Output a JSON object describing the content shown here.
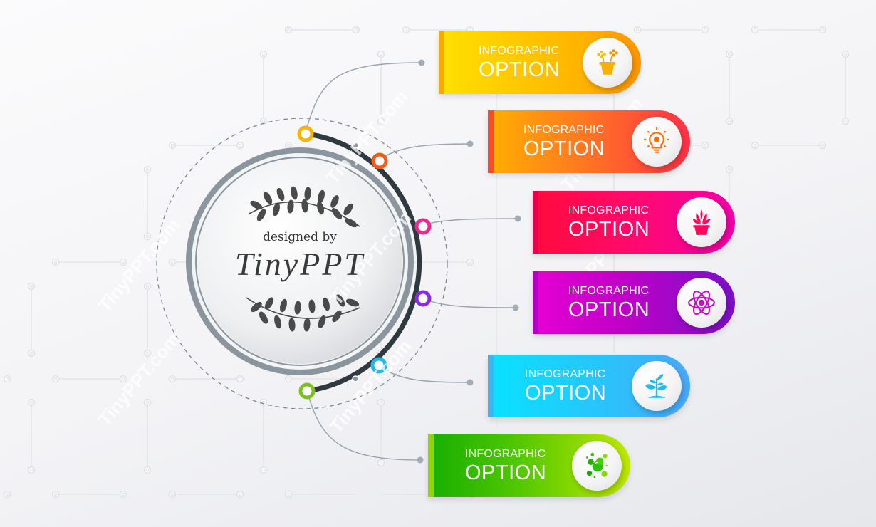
{
  "center": {
    "line1": "designed by",
    "line2": "TinyPPT"
  },
  "watermark": "TinyPPT.com",
  "options": [
    {
      "title": "INFOGRAPHIC",
      "subtitle": "OPTION",
      "icon": "flower-pot-icon",
      "accent": "#f7a800",
      "gradient": [
        "#ffe000",
        "#ff9100"
      ],
      "ring_color": "#f5b400"
    },
    {
      "title": "INFOGRAPHIC",
      "subtitle": "OPTION",
      "icon": "lightbulb-gear-icon",
      "accent": "#ff6a1a",
      "gradient": [
        "#ffae00",
        "#ff2d48"
      ],
      "ring_color": "#f45a18"
    },
    {
      "title": "INFOGRAPHIC",
      "subtitle": "OPTION",
      "icon": "succulent-pot-icon",
      "accent": "#ff0a6e",
      "gradient": [
        "#ff0a3c",
        "#f000a0"
      ],
      "ring_color": "#ea2a8e"
    },
    {
      "title": "INFOGRAPHIC",
      "subtitle": "OPTION",
      "icon": "atom-icon",
      "accent": "#b000c8",
      "gradient": [
        "#e800d0",
        "#7a10c8"
      ],
      "ring_color": "#8a2be2"
    },
    {
      "title": "INFOGRAPHIC",
      "subtitle": "OPTION",
      "icon": "sprout-icon",
      "accent": "#22c4f0",
      "gradient": [
        "#0ae0ff",
        "#4aa8f8"
      ],
      "ring_color": "#25b8e0"
    },
    {
      "title": "INFOGRAPHIC",
      "subtitle": "OPTION",
      "icon": "bubbles-icon",
      "accent": "#3cc000",
      "gradient": [
        "#18b000",
        "#c4e800"
      ],
      "ring_color": "#7cc21e"
    }
  ]
}
